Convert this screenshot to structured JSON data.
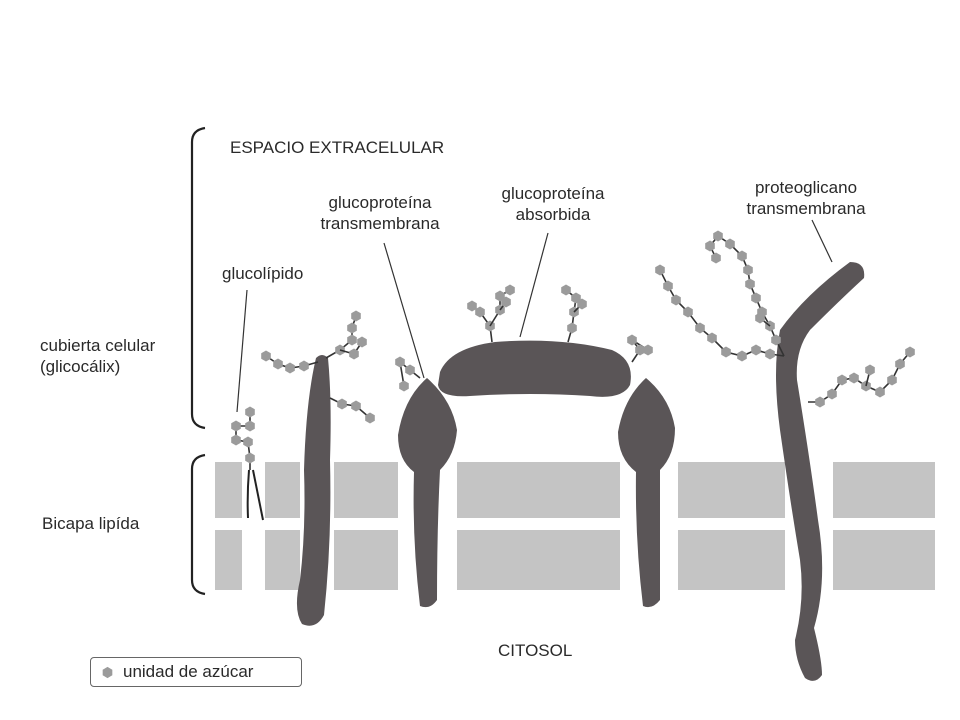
{
  "labels": {
    "espacio_extracelular": "ESPACIO EXTRACELULAR",
    "glucoproteina_transmembrana": [
      "glucoproteína",
      "transmembrana"
    ],
    "glucoproteina_absorbida": [
      "glucoproteína",
      "absorbida"
    ],
    "proteoglicano_transmembrana": [
      "proteoglicano",
      "transmembrana"
    ],
    "glucolipido": "glucolípido",
    "cubierta_celular": [
      "cubierta celular",
      "(glicocálix)"
    ],
    "bicapa_lipida": "Bicapa lipída",
    "citosol": "CITOSOL"
  },
  "legend": {
    "icon": "hexagon-sugar-icon",
    "text": "unidad de azúcar"
  },
  "colors": {
    "protein": "#5a5557",
    "membrane": "#c4c4c4",
    "sugar": "#9b9b9b",
    "line": "#333333"
  }
}
